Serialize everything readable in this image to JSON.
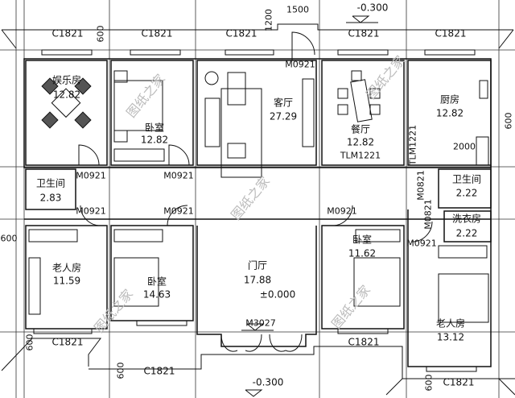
{
  "rooms": {
    "entertainment": {
      "name": "娱乐房",
      "area": "12.82"
    },
    "bedroom_top": {
      "name": "卧室",
      "area": "12.82"
    },
    "living": {
      "name": "客厅",
      "area": "27.29"
    },
    "dining": {
      "name": "餐厅",
      "area": "12.82",
      "door": "TLM1221"
    },
    "kitchen": {
      "name": "厨房",
      "area": "12.82"
    },
    "bath_left": {
      "name": "卫生间",
      "area": "2.83"
    },
    "bath_right": {
      "name": "卫生间",
      "area": "2.22"
    },
    "laundry": {
      "name": "洗衣房",
      "area": "2.22"
    },
    "elder_left": {
      "name": "老人房",
      "area": "11.59"
    },
    "bedroom_lower": {
      "name": "卧室",
      "area": "14.63"
    },
    "foyer": {
      "name": "门厅",
      "area": "17.88",
      "elevation": "±0.000"
    },
    "bedroom_right": {
      "name": "卧室",
      "area": "11.62"
    },
    "elder_right": {
      "name": "老人房",
      "area": "13.12"
    }
  },
  "windows": {
    "c1821": "C1821"
  },
  "doors": {
    "m0921": "M0921",
    "m0821": "M0821",
    "m3027": "M3027",
    "tlm1221": "TLM1221"
  },
  "dimensions": {
    "d600": "600",
    "d1500": "1500",
    "d1200": "1200",
    "d2000": "2000"
  },
  "elevations": {
    "outside_top": "-0.300",
    "outside_bottom": "-0.300"
  },
  "watermark": "图纸之家"
}
